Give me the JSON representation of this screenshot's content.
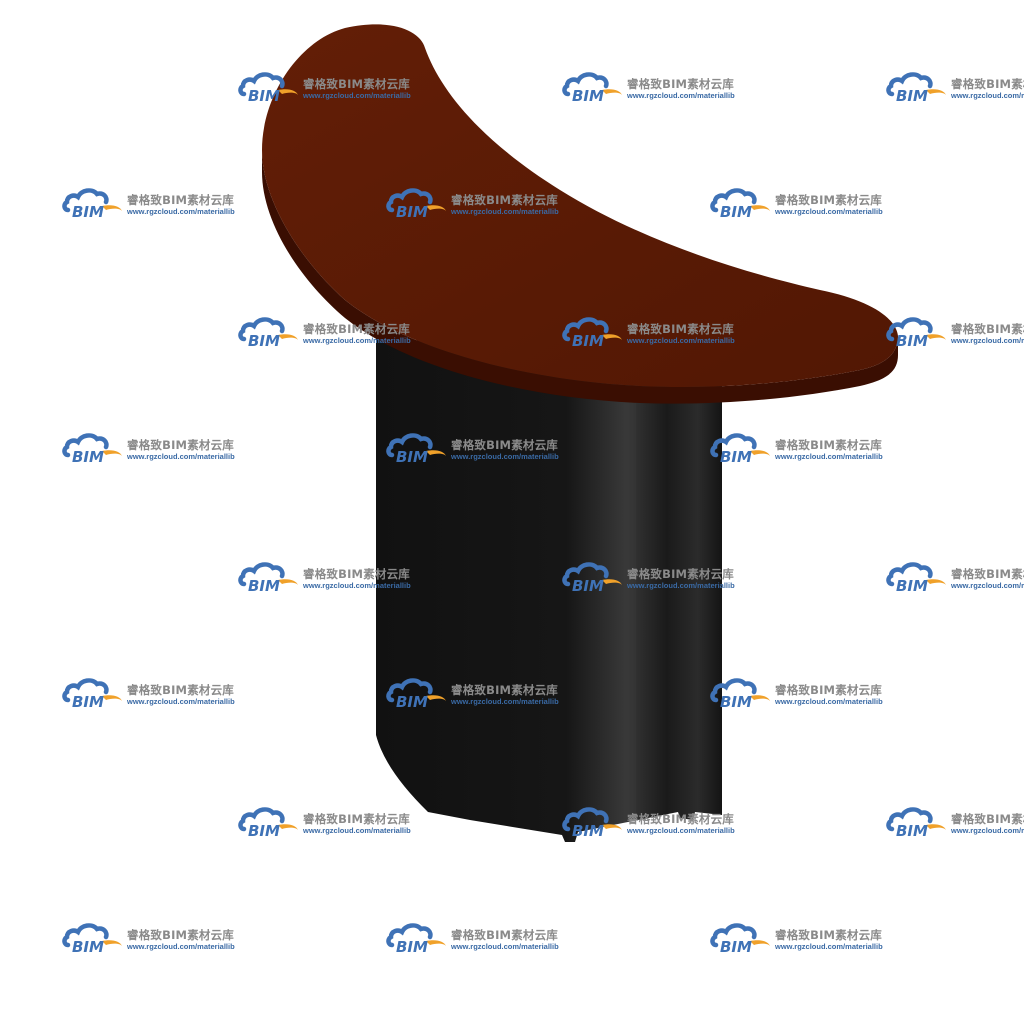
{
  "watermark": {
    "title": "睿格致BIM素材云库",
    "url": "www.rgzcloud.com/materiallib",
    "logo_text": "BIM",
    "logo_icon": "cloud-bim-logo-icon",
    "colors": {
      "cloud_blue": "#3f72b6",
      "swoosh_orange": "#f0a12a",
      "title_gray": "#8a8a8a",
      "url_blue": "#3a6aa5"
    }
  },
  "object": {
    "icon": "rendered-stool-model",
    "colors": {
      "seat_top": "#5a1a05",
      "seat_edge": "#3a0e02",
      "column_dark": "#111111",
      "column_highlight": "#3a3a3a"
    }
  }
}
